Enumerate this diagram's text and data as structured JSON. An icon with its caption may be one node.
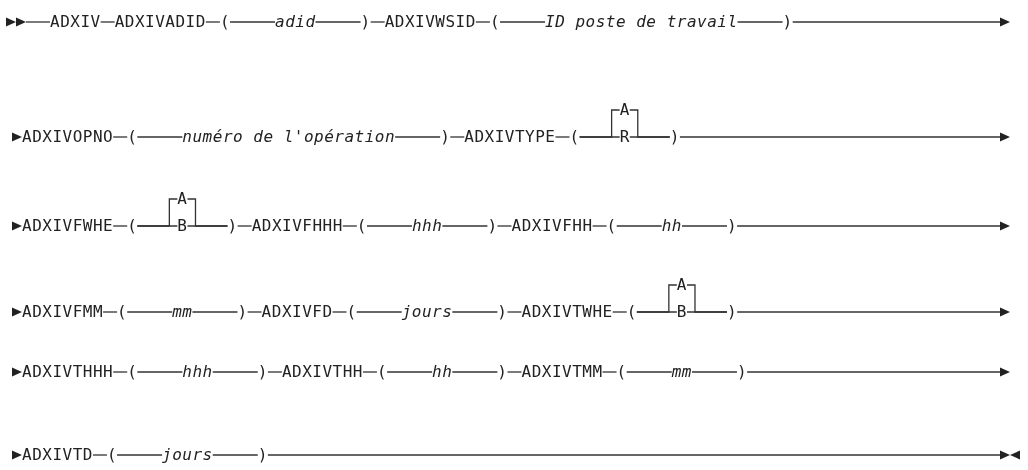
{
  "diagram": {
    "nodes": [
      {
        "text": [
          "ADXIV"
        ]
      },
      {
        "text": [
          "ADXIVADID"
        ]
      },
      {
        "text": [
          "("
        ]
      },
      {
        "text": [
          "adid"
        ]
      },
      {
        "text": [
          ")"
        ]
      },
      {
        "text": [
          "ADXIVWSID"
        ]
      },
      {
        "text": [
          "("
        ]
      },
      {
        "text": [
          "ID poste de travail"
        ]
      },
      {
        "text": [
          ")"
        ]
      },
      {
        "text": [
          "ADXIVOPNO"
        ]
      },
      {
        "text": [
          "("
        ]
      },
      {
        "text": [
          "numéro de l'opération"
        ]
      },
      {
        "text": [
          ")"
        ]
      },
      {
        "text": [
          "ADXIVTYPE"
        ]
      },
      {
        "text": [
          "("
        ]
      },
      {
        "text": [
          "A"
        ]
      },
      {
        "text": [
          "R"
        ]
      },
      {
        "text": [
          ")"
        ]
      },
      {
        "text": [
          "ADXIVFWHE"
        ]
      },
      {
        "text": [
          "("
        ]
      },
      {
        "text": [
          "A"
        ]
      },
      {
        "text": [
          "B"
        ]
      },
      {
        "text": [
          ")"
        ]
      },
      {
        "text": [
          "ADXIVFHHH"
        ]
      },
      {
        "text": [
          "("
        ]
      },
      {
        "text": [
          "hhh"
        ]
      },
      {
        "text": [
          ")"
        ]
      },
      {
        "text": [
          "ADXIVFHH"
        ]
      },
      {
        "text": [
          "("
        ]
      },
      {
        "text": [
          "hh"
        ]
      },
      {
        "text": [
          ")"
        ]
      },
      {
        "text": [
          "ADXIVFMM"
        ]
      },
      {
        "text": [
          "("
        ]
      },
      {
        "text": [
          "mm"
        ]
      },
      {
        "text": [
          ")"
        ]
      },
      {
        "text": [
          "ADXIVFD"
        ]
      },
      {
        "text": [
          "("
        ]
      },
      {
        "text": [
          "jours"
        ]
      },
      {
        "text": [
          ")"
        ]
      },
      {
        "text": [
          "ADXIVTWHE"
        ]
      },
      {
        "text": [
          "("
        ]
      },
      {
        "text": [
          "A"
        ]
      },
      {
        "text": [
          "B"
        ]
      },
      {
        "text": [
          ")"
        ]
      },
      {
        "text": [
          "ADXIVTHHH"
        ]
      },
      {
        "text": [
          "("
        ]
      },
      {
        "text": [
          "hhh"
        ]
      },
      {
        "text": [
          ")"
        ]
      },
      {
        "text": [
          "ADXIVTHH"
        ]
      },
      {
        "text": [
          "("
        ]
      },
      {
        "text": [
          "hh"
        ]
      },
      {
        "text": [
          ")"
        ]
      },
      {
        "text": [
          "ADXIVTMM"
        ]
      },
      {
        "text": [
          "("
        ]
      },
      {
        "text": [
          "mm"
        ]
      },
      {
        "text": [
          ")"
        ]
      },
      {
        "text": [
          "ADXIVTD"
        ]
      },
      {
        "text": [
          "("
        ]
      },
      {
        "text": [
          "jours"
        ]
      },
      {
        "text": [
          ")"
        ]
      }
    ],
    "edges": [
      {
        "from": null,
        "to": 0,
        "arrow": "to"
      },
      {
        "from": 0,
        "to": 1,
        "arrow": "none"
      },
      {
        "from": 1,
        "to": 2,
        "arrow": "none"
      },
      {
        "from": 2,
        "to": 3,
        "arrow": "none"
      },
      {
        "from": 3,
        "to": 4,
        "arrow": "none"
      },
      {
        "from": 4,
        "to": 5,
        "arrow": "none"
      },
      {
        "from": 5,
        "to": 6,
        "arrow": "none"
      },
      {
        "from": 6,
        "to": 7,
        "arrow": "none"
      },
      {
        "from": 7,
        "to": 8,
        "arrow": "none"
      },
      {
        "from": 8,
        "to": null,
        "arrow": "to"
      },
      {
        "from": null,
        "to": 9,
        "arrow": "to"
      },
      {
        "from": 9,
        "to": 10,
        "arrow": "none"
      },
      {
        "from": 10,
        "to": 11,
        "arrow": "none"
      },
      {
        "from": 11,
        "to": 12,
        "arrow": "none"
      },
      {
        "from": 12,
        "to": 13,
        "arrow": "none"
      },
      {
        "from": 13,
        "to": 14,
        "arrow": "none"
      },
      {
        "from": 14,
        "to": 15,
        "arrow": "none"
      },
      {
        "from": 14,
        "to": 16,
        "arrow": "none"
      },
      {
        "from": 15,
        "to": 17,
        "arrow": "none"
      },
      {
        "from": 16,
        "to": 17,
        "arrow": "none"
      },
      {
        "from": 17,
        "to": null,
        "arrow": "to"
      },
      {
        "from": null,
        "to": 18,
        "arrow": "to"
      },
      {
        "from": 18,
        "to": 19,
        "arrow": "none"
      },
      {
        "from": 19,
        "to": 20,
        "arrow": "none"
      },
      {
        "from": 19,
        "to": 21,
        "arrow": "none"
      },
      {
        "from": 20,
        "to": 22,
        "arrow": "none"
      },
      {
        "from": 21,
        "to": 22,
        "arrow": "none"
      },
      {
        "from": 22,
        "to": 23,
        "arrow": "none"
      },
      {
        "from": 23,
        "to": 24,
        "arrow": "none"
      },
      {
        "from": 24,
        "to": 25,
        "arrow": "none"
      },
      {
        "from": 25,
        "to": 26,
        "arrow": "none"
      },
      {
        "from": 26,
        "to": 27,
        "arrow": "none"
      },
      {
        "from": 27,
        "to": 28,
        "arrow": "none"
      },
      {
        "from": 28,
        "to": 29,
        "arrow": "none"
      },
      {
        "from": 29,
        "to": 30,
        "arrow": "none"
      },
      {
        "from": 30,
        "to": null,
        "arrow": "to"
      },
      {
        "from": null,
        "to": 31,
        "arrow": "to"
      },
      {
        "from": 31,
        "to": 32,
        "arrow": "none"
      },
      {
        "from": 32,
        "to": 33,
        "arrow": "none"
      },
      {
        "from": 33,
        "to": 34,
        "arrow": "none"
      },
      {
        "from": 34,
        "to": 35,
        "arrow": "none"
      },
      {
        "from": 35,
        "to": 36,
        "arrow": "none"
      },
      {
        "from": 36,
        "to": 37,
        "arrow": "none"
      },
      {
        "from": 37,
        "to": 38,
        "arrow": "none"
      },
      {
        "from": 38,
        "to": 39,
        "arrow": "none"
      },
      {
        "from": 39,
        "to": 40,
        "arrow": "none"
      },
      {
        "from": 40,
        "to": 41,
        "arrow": "none"
      },
      {
        "from": 40,
        "to": 42,
        "arrow": "none"
      },
      {
        "from": 41,
        "to": 43,
        "arrow": "none"
      },
      {
        "from": 42,
        "to": 43,
        "arrow": "none"
      },
      {
        "from": 43,
        "to": null,
        "arrow": "to"
      },
      {
        "from": null,
        "to": 44,
        "arrow": "to"
      },
      {
        "from": 44,
        "to": 45,
        "arrow": "none"
      },
      {
        "from": 45,
        "to": 46,
        "arrow": "none"
      },
      {
        "from": 46,
        "to": 47,
        "arrow": "none"
      },
      {
        "from": 47,
        "to": 48,
        "arrow": "none"
      },
      {
        "from": 48,
        "to": 49,
        "arrow": "none"
      },
      {
        "from": 49,
        "to": 50,
        "arrow": "none"
      },
      {
        "from": 50,
        "to": 51,
        "arrow": "none"
      },
      {
        "from": 51,
        "to": 52,
        "arrow": "none"
      },
      {
        "from": 52,
        "to": 53,
        "arrow": "none"
      },
      {
        "from": 53,
        "to": 54,
        "arrow": "none"
      },
      {
        "from": 54,
        "to": 55,
        "arrow": "none"
      },
      {
        "from": 55,
        "to": null,
        "arrow": "to"
      },
      {
        "from": null,
        "to": 56,
        "arrow": "to"
      },
      {
        "from": 56,
        "to": 57,
        "arrow": "none"
      },
      {
        "from": 57,
        "to": 58,
        "arrow": "none"
      },
      {
        "from": 58,
        "to": 59,
        "arrow": "none"
      },
      {
        "from": 59,
        "to": null,
        "arrow": "to"
      }
    ]
  }
}
